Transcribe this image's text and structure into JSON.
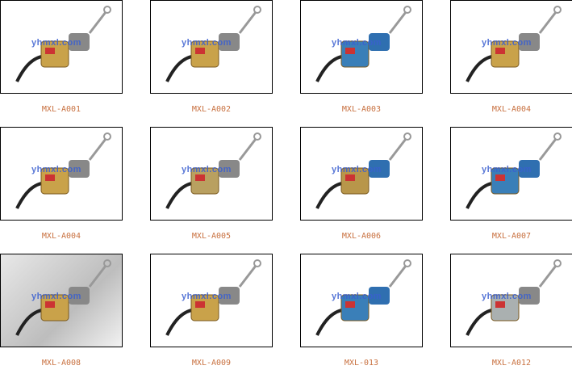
{
  "watermark": "yhmxl.com",
  "colors": {
    "caption": "#c8703f",
    "watermark": "#3a5fd0"
  },
  "products": [
    {
      "label": "MXL-A001"
    },
    {
      "label": "MXL-A002"
    },
    {
      "label": "MXL-A003"
    },
    {
      "label": "MXL-A004"
    },
    {
      "label": "MXL-A004"
    },
    {
      "label": "MXL-A005"
    },
    {
      "label": "MXL-A006"
    },
    {
      "label": "MXL-A007"
    },
    {
      "label": "MXL-A008"
    },
    {
      "label": "MXL-A009"
    },
    {
      "label": "MXL-013"
    },
    {
      "label": "MXL-A012"
    }
  ]
}
